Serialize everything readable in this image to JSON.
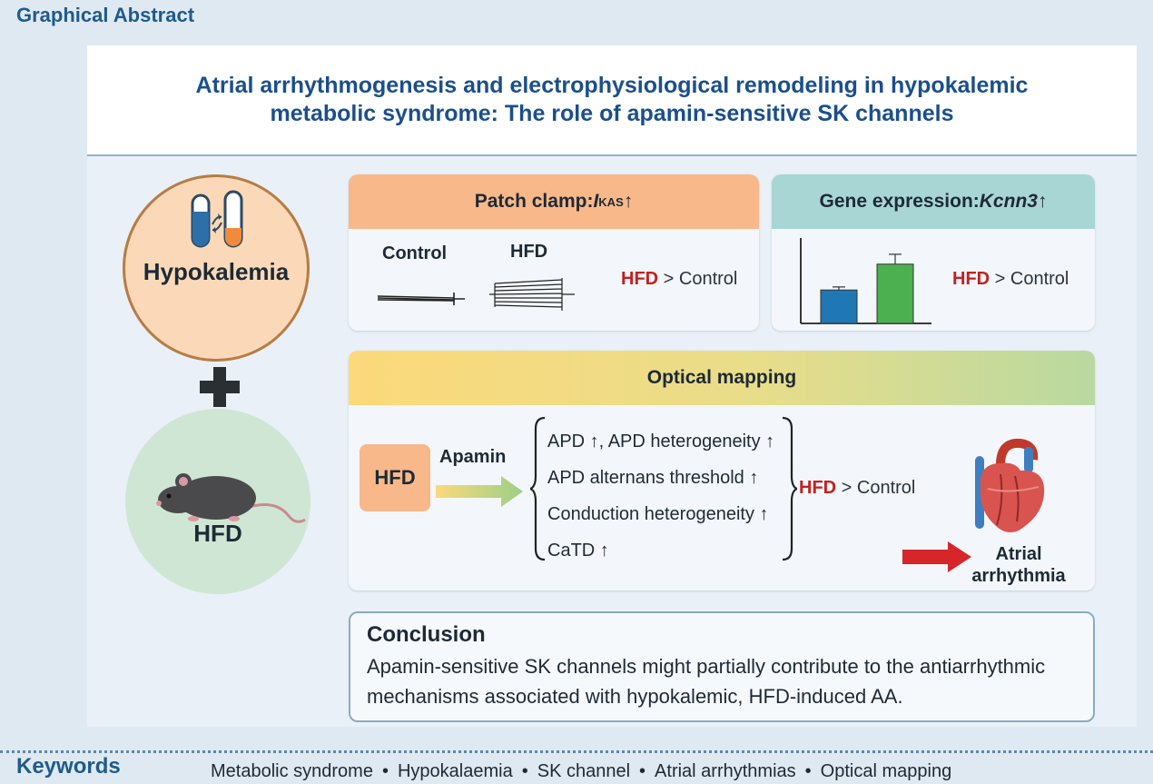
{
  "graphical_abstract_label": "Graphical Abstract",
  "header": {
    "title_line1": "Atrial arrhythmogenesis and electrophysiological remodeling in hypokalemic",
    "title_line2": "metabolic syndrome: The role of apamin-sensitive SK channels"
  },
  "left": {
    "hypokalemia": "Hypokalemia",
    "hfd": "HFD"
  },
  "patch_clamp": {
    "title_prefix": "Patch clamp: ",
    "current_symbol": "I",
    "current_subscript": "KAS",
    "arrow": "↑",
    "control_label": "Control",
    "hfd_label": "HFD",
    "comparison_hfd": "HFD",
    "comparison_rest": " > Control"
  },
  "gene_expression": {
    "title_prefix": "Gene expression: ",
    "gene": "Kcnn3",
    "arrow": " ↑",
    "comparison_hfd": "HFD",
    "comparison_rest": " > Control"
  },
  "chart_data": {
    "type": "bar",
    "categories": [
      "",
      ""
    ],
    "values": [
      0.44,
      0.78
    ],
    "errors": [
      0.04,
      0.13
    ],
    "colors": [
      "#1f77b4",
      "#4caf50"
    ],
    "ylim": [
      0,
      1.1
    ]
  },
  "optical_mapping": {
    "title": "Optical mapping",
    "hfd_box": "HFD",
    "apamin_label": "Apamin",
    "effects": [
      "APD ↑, APD heterogeneity ↑",
      "APD alternans threshold ↑",
      "Conduction heterogeneity ↑",
      "CaTD ↑"
    ],
    "comparison_hfd": "HFD",
    "comparison_rest": " > Control",
    "outcome_line1": "Atrial",
    "outcome_line2": "arrhythmia"
  },
  "conclusion": {
    "title": "Conclusion",
    "text": "Apamin-sensitive SK channels might partially contribute to the antiarrhythmic mechanisms associated with hypokalemic, HFD-induced AA."
  },
  "keywords": {
    "title": "Keywords",
    "items": [
      "Metabolic syndrome",
      "Hypokalaemia",
      "SK channel",
      "Atrial arrhythmias",
      "Optical mapping"
    ],
    "separator": "•"
  },
  "colors": {
    "title_blue": "#1b4f8c",
    "highlight_red": "#c42020",
    "patch_header": "#f8b88a",
    "gene_header": "#a8d6d5",
    "hfd_circle": "#cfe6d4",
    "hypokalemia_circle": "#fbd9b8"
  }
}
